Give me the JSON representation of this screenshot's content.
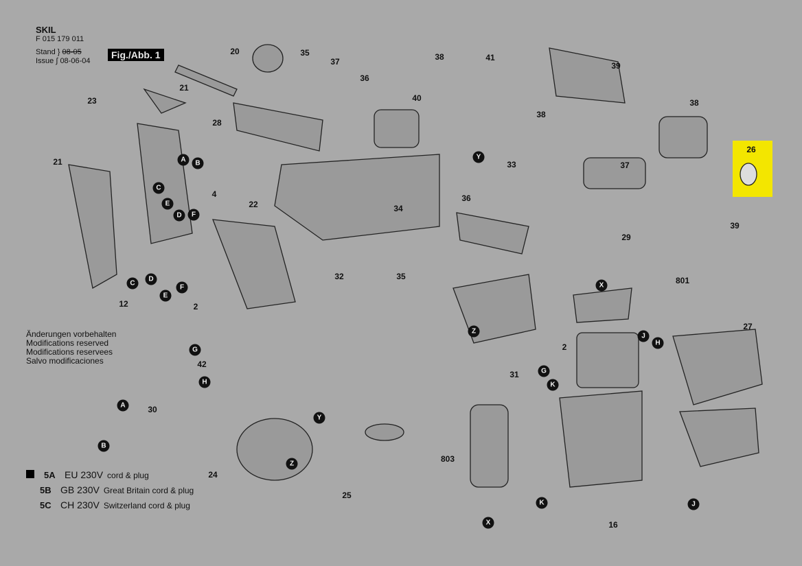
{
  "header": {
    "brand": "SKIL",
    "part_code": "F 015 179 011",
    "stand_label": "Stand",
    "stand_value": "08-05",
    "issue_label": "Issue",
    "issue_value": "08-06-04",
    "figure_label": "Fig./Abb. 1"
  },
  "modifications": [
    "Änderungen vorbehalten",
    "Modifications reserved",
    "Modifications reservees",
    "Salvo modificaciones"
  ],
  "legend": [
    {
      "code": "5A",
      "voltage": "EU 230V",
      "desc": "cord & plug"
    },
    {
      "code": "5B",
      "voltage": "GB 230V",
      "desc": "Great Britain cord & plug"
    },
    {
      "code": "5C",
      "voltage": "CH 230V",
      "desc": "Switzerland cord & plug"
    }
  ],
  "highlight": {
    "part": "26",
    "color": "#f3e600"
  },
  "part_numbers": [
    "20",
    "35",
    "37",
    "36",
    "38",
    "41",
    "39",
    "21",
    "23",
    "28",
    "40",
    "38",
    "38",
    "26",
    "33",
    "37",
    "21",
    "4",
    "22",
    "36",
    "34",
    "29",
    "39",
    "801",
    "35",
    "32",
    "12",
    "2",
    "2",
    "27",
    "42",
    "31",
    "30",
    "803",
    "24",
    "25",
    "16"
  ],
  "connectors": [
    "A",
    "B",
    "C",
    "E",
    "D",
    "F",
    "C",
    "D",
    "E",
    "F",
    "G",
    "H",
    "A",
    "B",
    "Y",
    "Y",
    "X",
    "Z",
    "Z",
    "J",
    "H",
    "G",
    "K",
    "K",
    "J",
    "X"
  ]
}
